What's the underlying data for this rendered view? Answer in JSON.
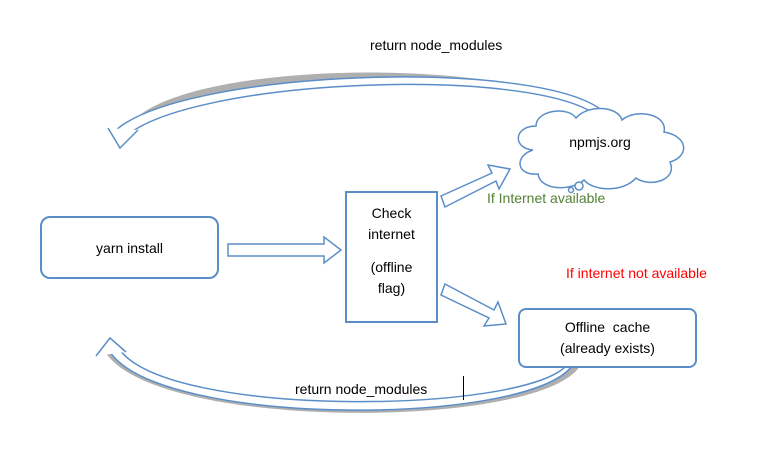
{
  "nodes": {
    "yarn_install": "yarn install",
    "check_internet": {
      "line1": "Check",
      "line2": "internet",
      "line3": "(offline",
      "line4": "flag)"
    },
    "registry": "npmjs.org",
    "offline_cache": {
      "line1": "Offline  cache",
      "line2": "(already exists)"
    }
  },
  "labels": {
    "return_top": "return node_modules",
    "return_bottom": "return node_modules",
    "internet_available": "If Internet available",
    "internet_not_available": "If internet not available"
  },
  "colors": {
    "outline": "#5b8ec7",
    "shadow": "#a6a6a6",
    "available": "#538135",
    "not_available": "#ff0000"
  }
}
